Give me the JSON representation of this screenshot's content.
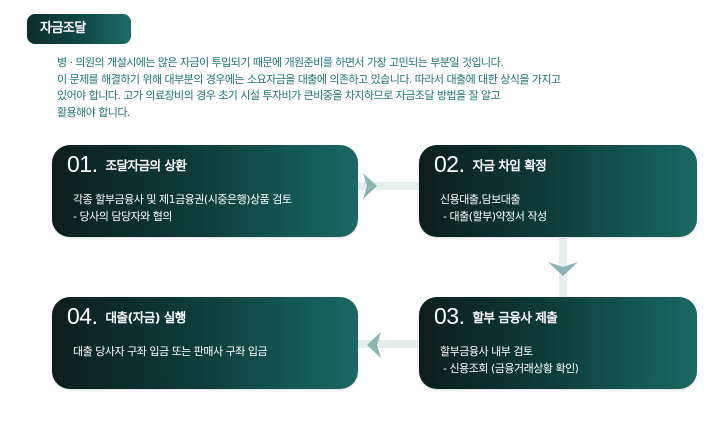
{
  "section_title": "자금조달",
  "intro": [
    "병 · 의원의 개설시에는 많은 자금이 투입되기 때문에 개원준비를 하면서 가장 고민되는 부분일 것입니다.",
    "이 문제를 해결하기 위해 대부분의 경우에는 소요자금을 대출에 의존하고 있습니다. 따라서 대출에 대한 상식을 가지고",
    "있어야 합니다. 고가 의료장비의 경우 초기 시설 투자비가 큰비중을 차지하므로 자금조달 방법을 잘 알고",
    "활용해야 합니다."
  ],
  "steps": [
    {
      "number": "01.",
      "title": "조달자금의 상환",
      "lines": [
        "각종 할부금융사 및 제1금융권(시중은행)상품 검토",
        "- 당사의 담당자와 협의"
      ]
    },
    {
      "number": "02.",
      "title": "자금 차입 확정",
      "lines": [
        "신용대출,담보대출",
        " - 대출(할부)약정서 작성"
      ]
    },
    {
      "number": "03.",
      "title": "할부 금융사 제출",
      "lines": [
        "할부금융사 내부 검토",
        " - 신용조회 (금융거래상황 확인)"
      ]
    },
    {
      "number": "04.",
      "title": "대출(자금) 실행",
      "lines": [
        "대출 당사자 구좌 입금 또는 판매사 구좌 입금"
      ]
    }
  ],
  "colors": {
    "box_dark": "#0c1e1c",
    "box_light": "#1a6963",
    "intro_text": "#1f7672",
    "arrow": "#8bb5b0",
    "connector": "#e6efee"
  }
}
